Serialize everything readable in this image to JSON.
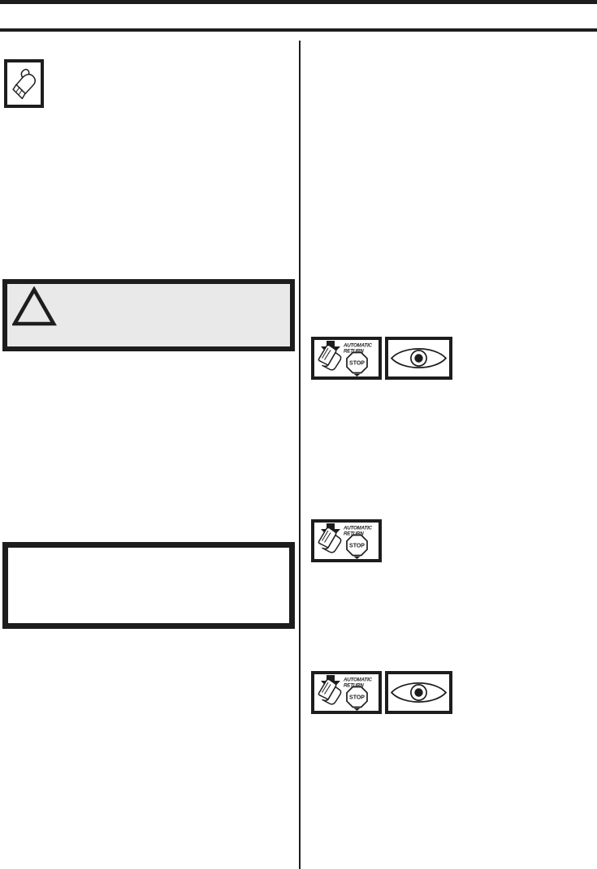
{
  "page": {
    "paper_color": "#ffffff",
    "ink_color": "#1d1d1d"
  },
  "header": {
    "top_bar_icon": "black-bar",
    "rule_icon": "black-rule"
  },
  "left_column": {
    "glove_pictogram_icon": "protective-glove-icon",
    "warning_box": {
      "background": "#e9e9e9",
      "icon": "warning-triangle-icon",
      "text": ""
    },
    "note_box": {
      "text": ""
    }
  },
  "right_column": {
    "pictogram_rows": [
      {
        "pictograms": [
          "automatic-return-stop-icon",
          "visual-check-eye-icon"
        ]
      },
      {
        "pictograms": [
          "automatic-return-stop-icon"
        ]
      },
      {
        "pictograms": [
          "automatic-return-stop-icon",
          "visual-check-eye-icon"
        ]
      }
    ]
  },
  "stop_pictogram": {
    "line1": "AUTOMATIC",
    "line2": "RETURN",
    "sign_text": "STOP"
  }
}
